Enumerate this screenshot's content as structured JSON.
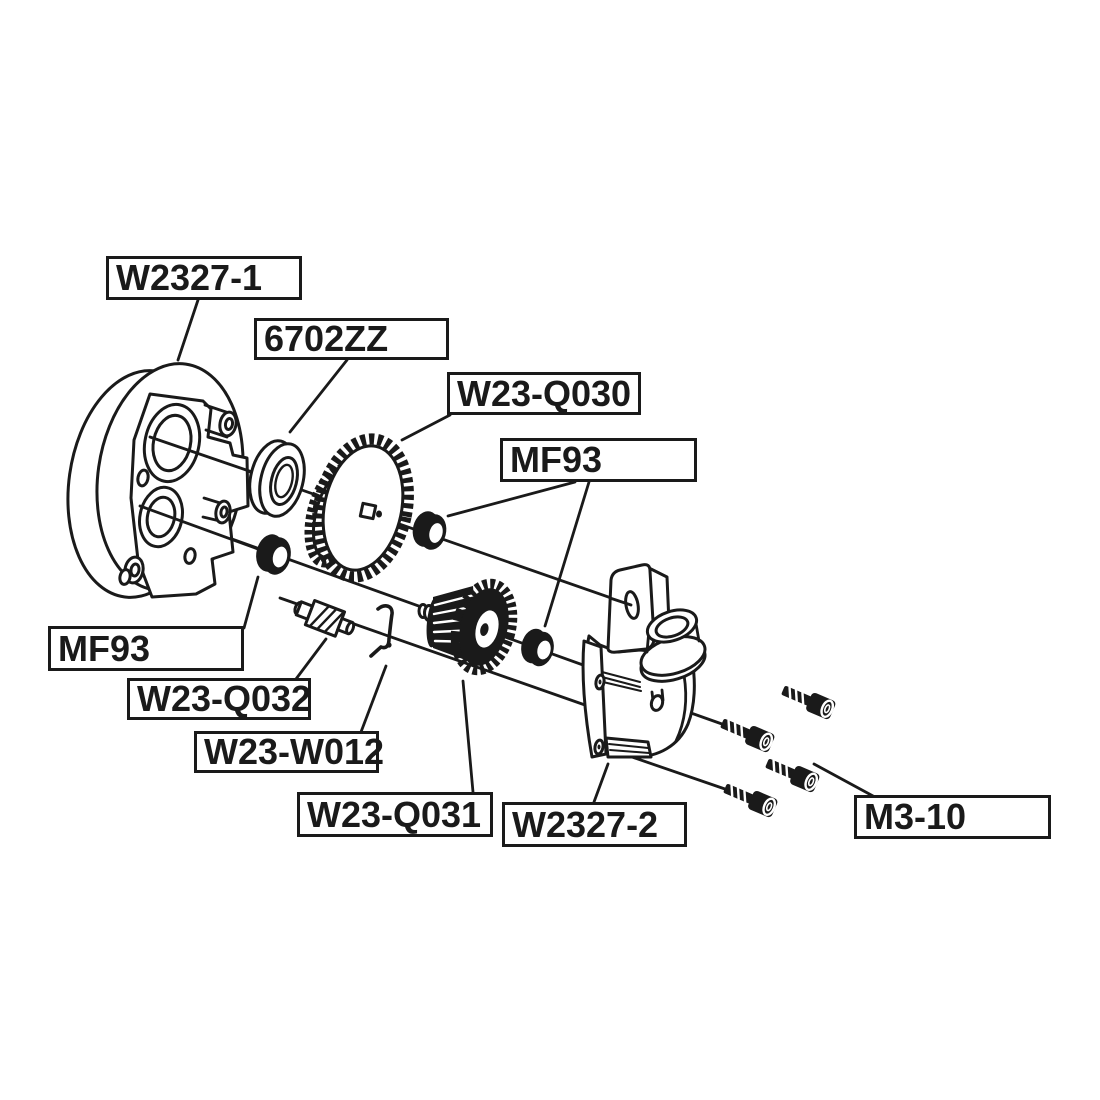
{
  "diagram": {
    "type": "exploded-parts-diagram",
    "background_color": "#ffffff",
    "line_color": "#1a1a1a",
    "labels": [
      {
        "part": "left-gearbox-housing",
        "text": "W2327-1"
      },
      {
        "part": "ball-bearing",
        "text": "6702ZZ"
      },
      {
        "part": "main-spur-gear",
        "text": "W23-Q030"
      },
      {
        "part": "flanged-bearing-right",
        "text": "MF93"
      },
      {
        "part": "flanged-bearing-left",
        "text": "MF93"
      },
      {
        "part": "worm-pinion-shaft",
        "text": "W23-Q032"
      },
      {
        "part": "wire-spring",
        "text": "W23-W012"
      },
      {
        "part": "clutch-gear",
        "text": "W23-Q031"
      },
      {
        "part": "right-gearbox-housing",
        "text": "W2327-2"
      },
      {
        "part": "socket-head-screws",
        "text": "M3-10"
      }
    ]
  }
}
